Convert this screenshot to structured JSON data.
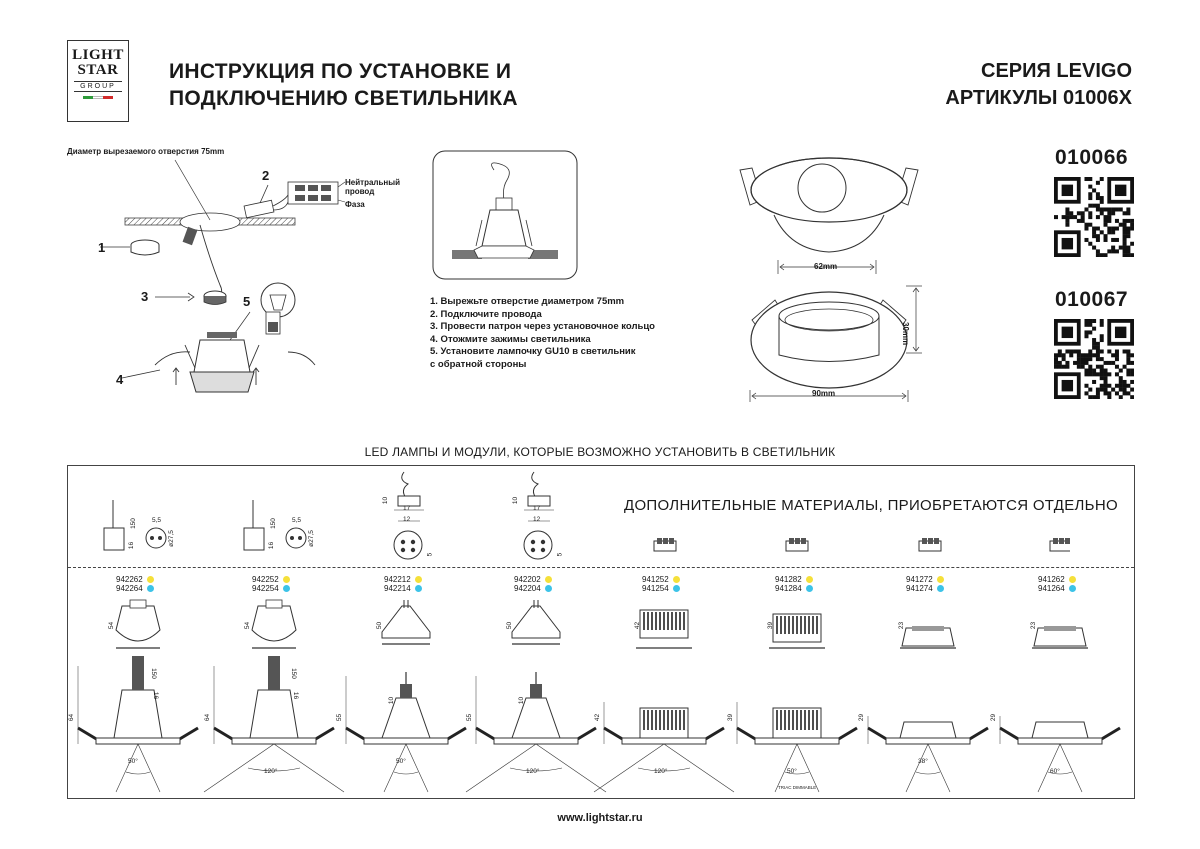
{
  "logo": {
    "line1": "LIGHT",
    "line2": "STAR",
    "line3": "GROUP"
  },
  "header": {
    "title_line1": "ИНСТРУКЦИЯ ПО УСТАНОВКЕ И",
    "title_line2": "ПОДКЛЮЧЕНИЮ СВЕТИЛЬНИКА",
    "series": "СЕРИЯ LEVIGO",
    "articles": "АРТИКУЛЫ 01006X"
  },
  "install": {
    "hole_label": "Диаметр вырезаемого отверстия 75mm",
    "neutral_label_1": "Нейтральный",
    "neutral_label_2": "провод",
    "phase_label": "Фаза",
    "n1": "1",
    "n2": "2",
    "n3": "3",
    "n4": "4",
    "n5": "5"
  },
  "steps": [
    "1.   Вырежьте отверстие диаметром 75mm",
    "2.   Подключите провода",
    "3.   Провести патрон через установочное кольцо",
    "4.   Отожмите зажимы светильника",
    "5.   Установите лампочку GU10 в светильник",
    "       с обратной стороны"
  ],
  "dimensions": {
    "d62": "62mm",
    "d90": "90mm",
    "h30": "30mm"
  },
  "codes": {
    "c1": "010066",
    "c2": "010067"
  },
  "section": {
    "title": "LED ЛАМПЫ И МОДУЛИ, КОТОРЫЕ ВОЗМОЖНО УСТАНОВИТЬ В СВЕТИЛЬНИК",
    "extra": "ДОПОЛНИТЕЛЬНЫЕ МАТЕРИАЛЫ, ПРИОБРЕТАЮТСЯ ОТДЕЛЬНО"
  },
  "colors": {
    "yellow_dot": "#f5e03a",
    "cyan_dot": "#3cc3e8",
    "flag_green": "#2e9b3a",
    "flag_red": "#d22b2b"
  },
  "lamps": [
    {
      "a1": "942262",
      "a2": "942264",
      "h": "54",
      "h2": "64",
      "angle": "50°"
    },
    {
      "a1": "942252",
      "a2": "942254",
      "h": "54",
      "h2": "64",
      "angle": "120°"
    },
    {
      "a1": "942212",
      "a2": "942214",
      "h": "50",
      "h2": "55",
      "angle": "50°"
    },
    {
      "a1": "942202",
      "a2": "942204",
      "h": "50",
      "h2": "55",
      "angle": "120°"
    },
    {
      "a1": "941252",
      "a2": "941254",
      "h": "42",
      "h2": "42",
      "angle": "120°"
    },
    {
      "a1": "941282",
      "a2": "941284",
      "h": "39",
      "h2": "39",
      "angle": "50°"
    },
    {
      "a1": "941272",
      "a2": "941274",
      "h": "23",
      "h2": "29",
      "angle": "38°"
    },
    {
      "a1": "941262",
      "a2": "941264",
      "h": "23",
      "h2": "29",
      "angle": "60°"
    }
  ],
  "sockets": {
    "s1_dims": [
      "5,5",
      "150",
      "16",
      "ø27,5"
    ],
    "s2_dims": [
      "5,5",
      "150",
      "16",
      "ø27,5"
    ],
    "s3_dims": [
      "10",
      "17",
      "12",
      "5"
    ],
    "s4_dims": [
      "10",
      "17",
      "12",
      "5"
    ],
    "gu_h": "150",
    "gu_h2": "16",
    "mr_h": "10",
    "triac": "TRIAC DIMMABLE"
  },
  "footer": {
    "url": "www.lightstar.ru"
  }
}
